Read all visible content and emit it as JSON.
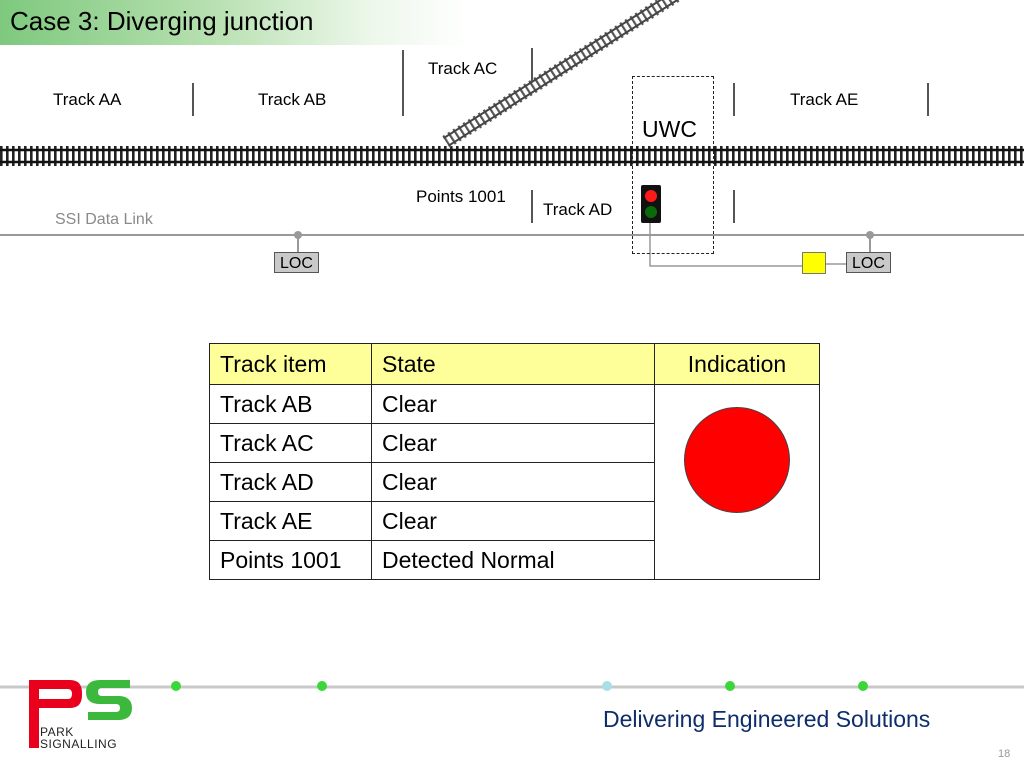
{
  "slide": {
    "title": "Case 3: Diverging junction",
    "page_number": "18"
  },
  "diagram": {
    "tracks": {
      "aa": "Track AA",
      "ab": "Track AB",
      "ac": "Track AC",
      "ad": "Track AD",
      "ae": "Track AE"
    },
    "points": "Points 1001",
    "uwc": "UWC",
    "ssi_link": "SSI Data Link",
    "loc_left": "LOC",
    "loc_right": "LOC",
    "signal_aspects": [
      "red",
      "green"
    ]
  },
  "table": {
    "headers": [
      "Track item",
      "State",
      "Indication"
    ],
    "rows": [
      {
        "item": "Track AB",
        "state": "Clear"
      },
      {
        "item": "Track AC",
        "state": "Clear"
      },
      {
        "item": "Track AD",
        "state": "Clear"
      },
      {
        "item": "Track AE",
        "state": "Clear"
      },
      {
        "item": "Points 1001",
        "state": "Detected Normal"
      }
    ],
    "indication_color": "#ff0000"
  },
  "footer": {
    "tagline": "Delivering Engineered Solutions",
    "logo_letters": "PS",
    "logo_text_line1": "PARK",
    "logo_text_line2": "SIGNALLING"
  },
  "colors": {
    "title_gradient": "#7ec97e",
    "logo_red": "#e8001c",
    "logo_green": "#3cb83c",
    "footer_dot": "#3ad63a",
    "footer_dot_light": "#a8dfe6",
    "tagline": "#0d2d6b"
  }
}
